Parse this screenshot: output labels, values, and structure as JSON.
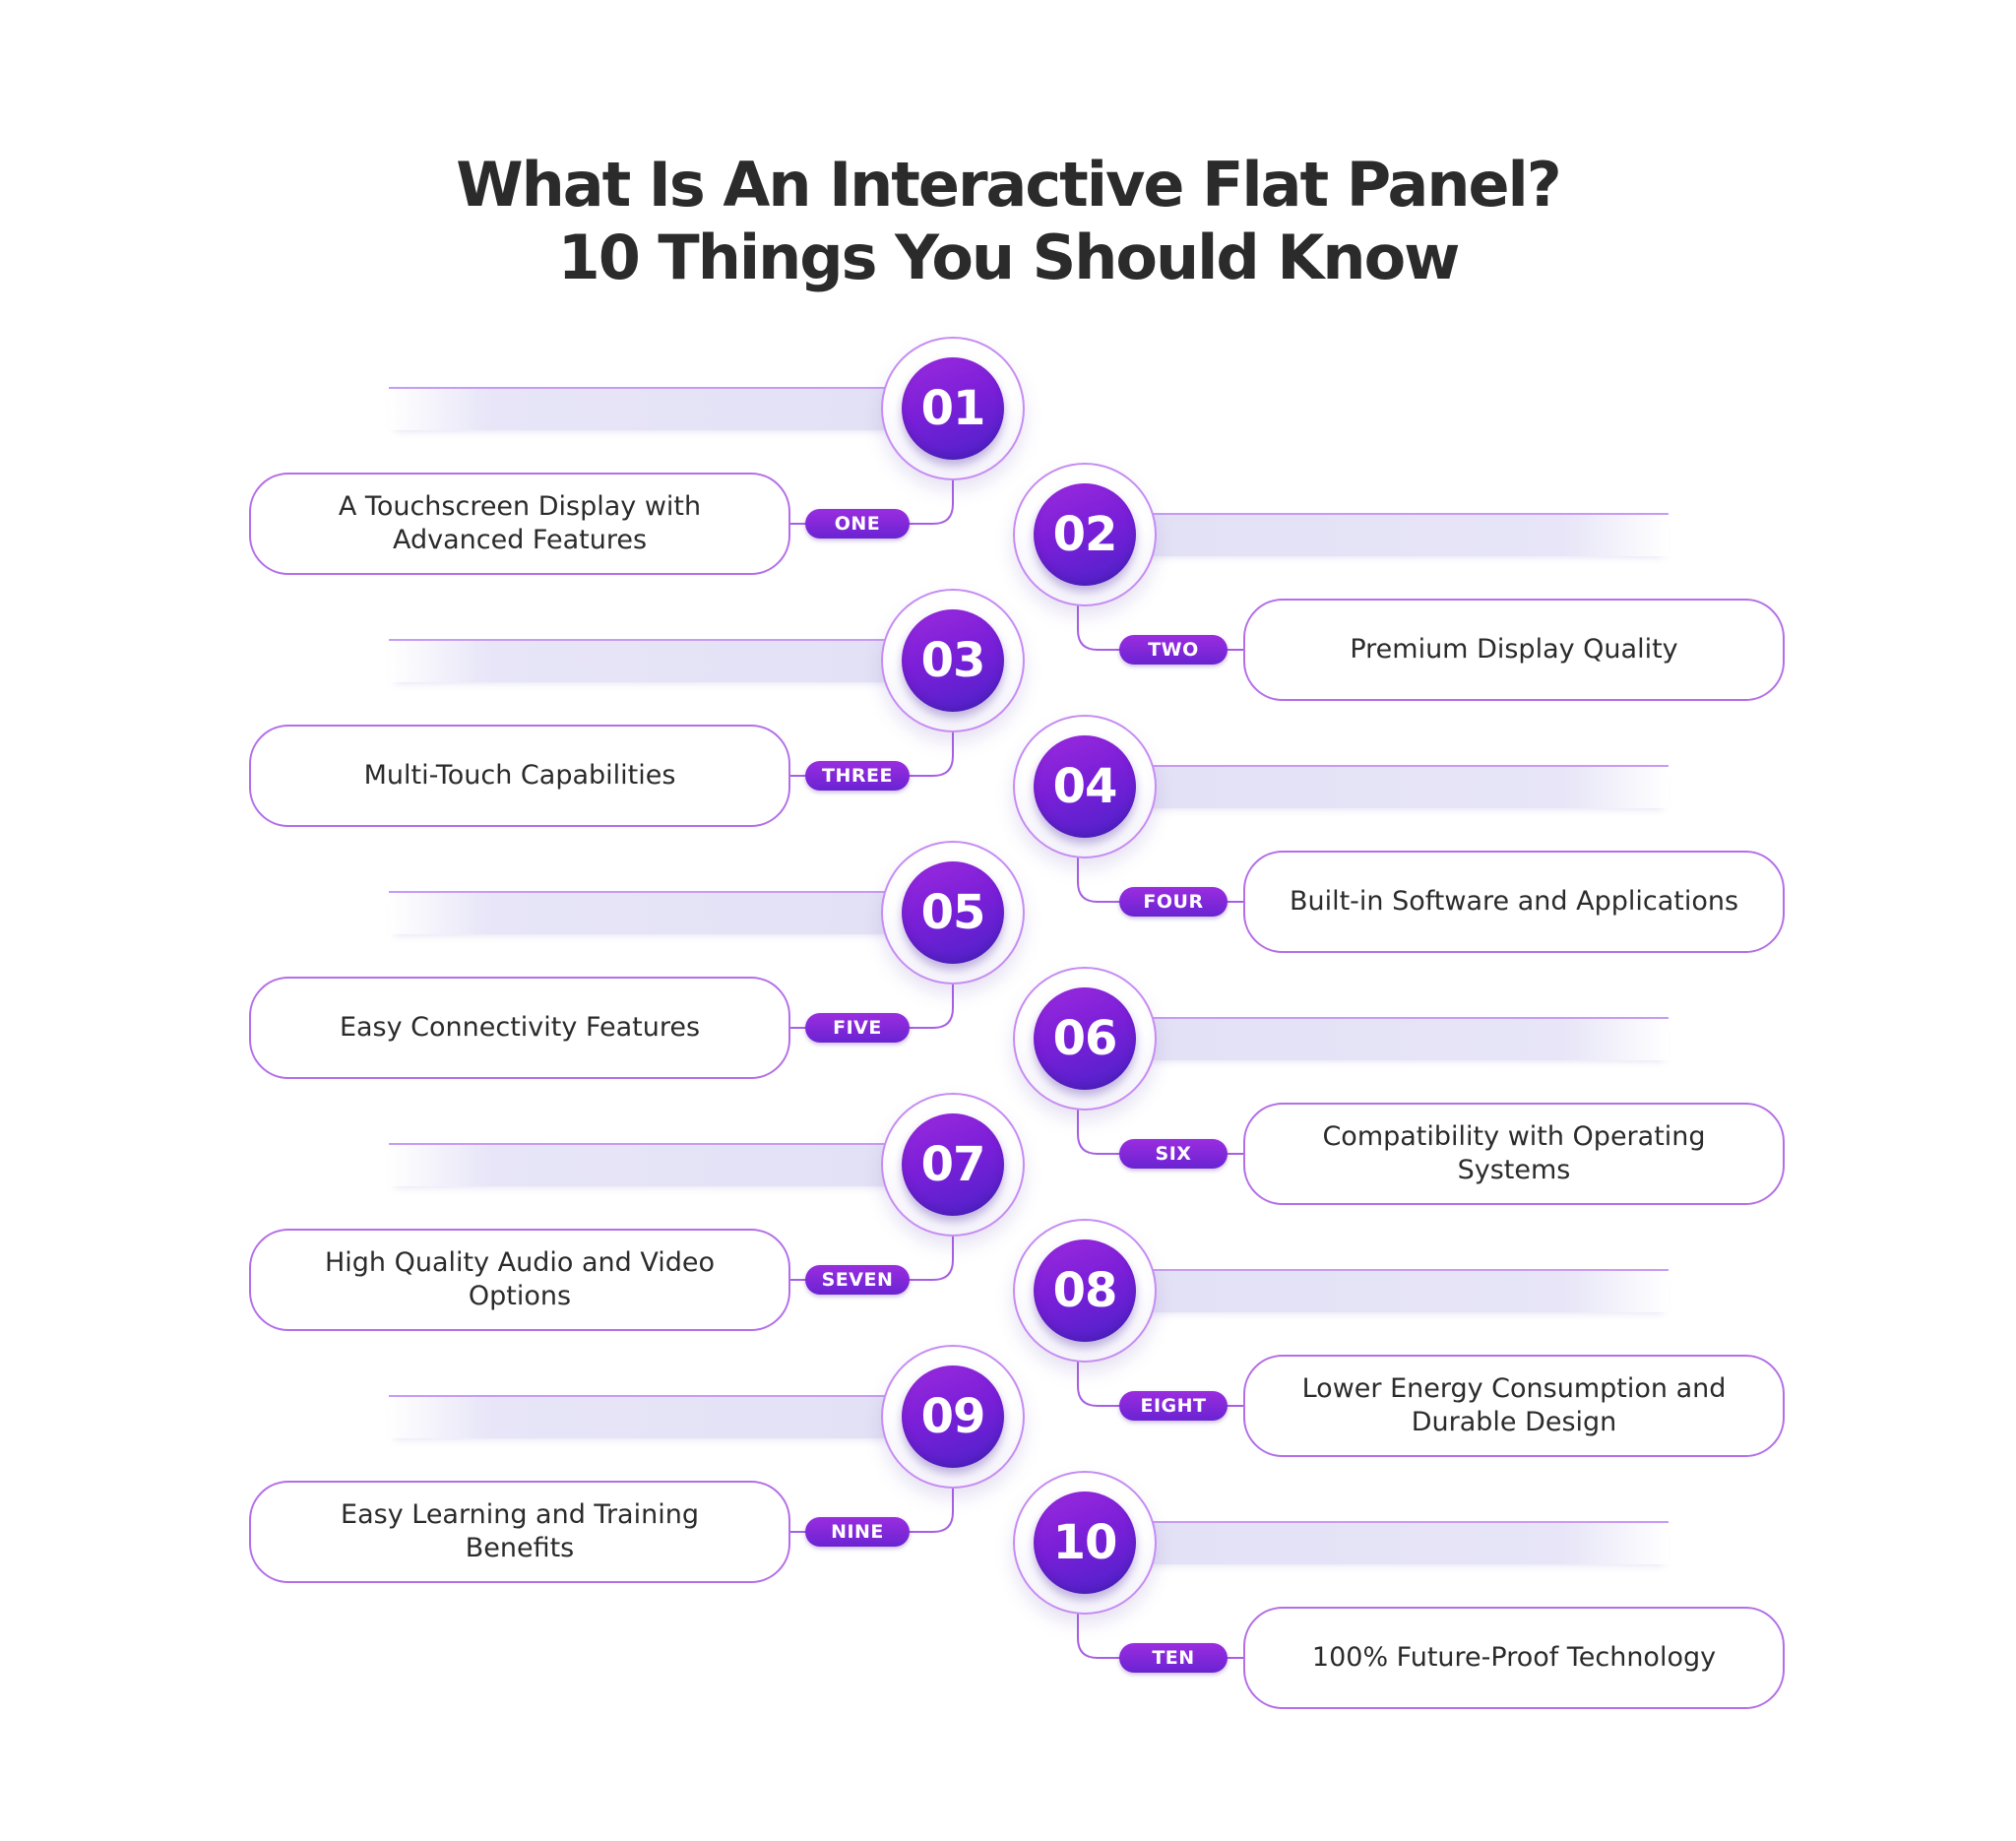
{
  "title": {
    "line1": "What Is An Interactive Flat Panel?",
    "line2": "10 Things You Should Know"
  },
  "items": [
    {
      "number": "01",
      "word": "ONE",
      "text": "A Touchscreen Display with Advanced Features"
    },
    {
      "number": "02",
      "word": "TWO",
      "text": "Premium Display Quality"
    },
    {
      "number": "03",
      "word": "THREE",
      "text": "Multi-Touch Capabilities"
    },
    {
      "number": "04",
      "word": "FOUR",
      "text": "Built-in Software and Applications"
    },
    {
      "number": "05",
      "word": "FIVE",
      "text": "Easy Connectivity Features"
    },
    {
      "number": "06",
      "word": "SIX",
      "text": "Compatibility with Operating Systems"
    },
    {
      "number": "07",
      "word": "SEVEN",
      "text": "High Quality Audio and Video Options"
    },
    {
      "number": "08",
      "word": "EIGHT",
      "text": "Lower Energy Consumption and Durable Design"
    },
    {
      "number": "09",
      "word": "NINE",
      "text": "Easy Learning and Training Benefits"
    },
    {
      "number": "10",
      "word": "TEN",
      "text": "100% Future-Proof Technology"
    }
  ],
  "colors": {
    "accent_start": "#9b2bde",
    "accent_end": "#4c22c9",
    "outline": "#b46ee8",
    "bar": "#e4e2f6",
    "text": "#2b2b2b"
  }
}
